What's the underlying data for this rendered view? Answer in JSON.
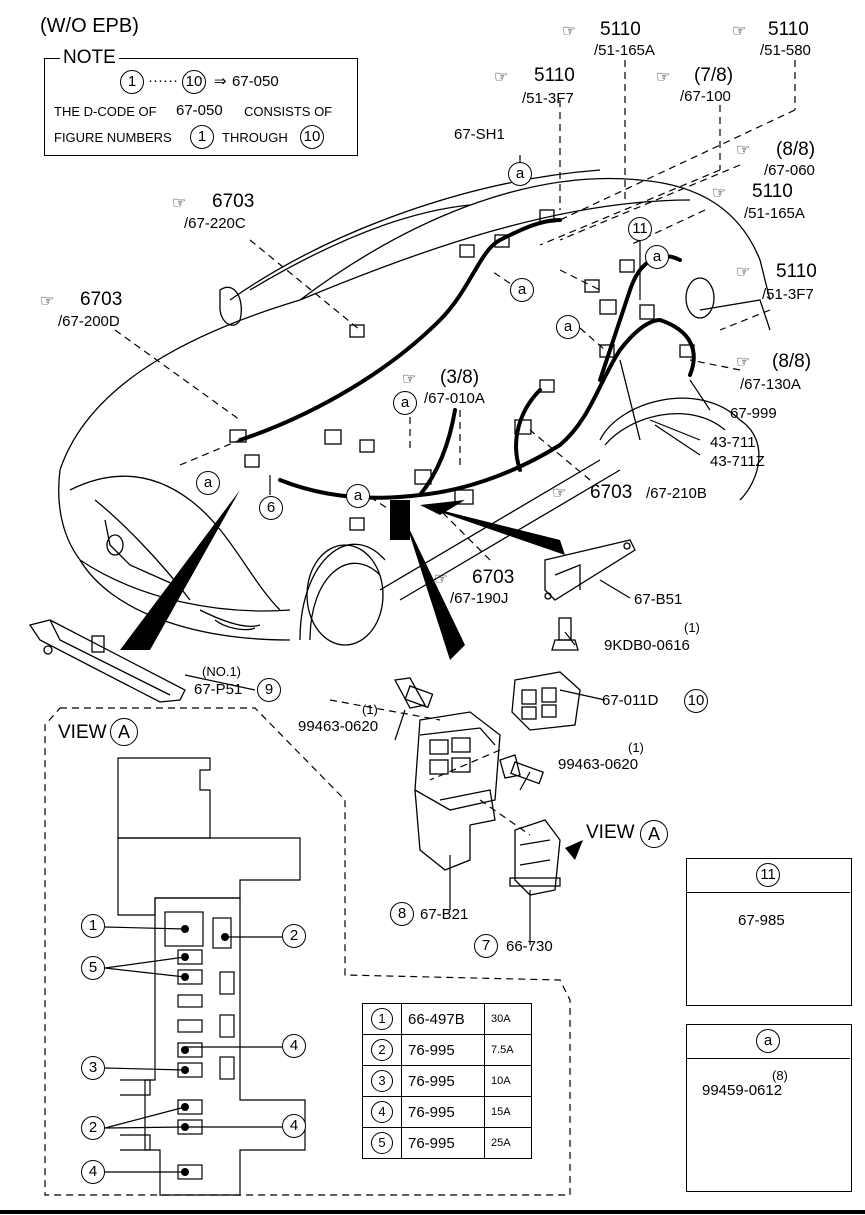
{
  "header": {
    "title": "(W/O EPB)"
  },
  "note": {
    "heading": "NOTE",
    "range_from": "1",
    "range_to": "10",
    "arrow": "⇒",
    "range_target": "67-050",
    "line2_a": "THE D-CODE OF",
    "line2_b": "67-050",
    "line2_c": "CONSISTS OF",
    "line3_a": "FIGURE NUMBERS",
    "line3_b": "1",
    "line3_c": "THROUGH",
    "line3_d": "10"
  },
  "refs": [
    {
      "big": "5110",
      "small": "/51-165A"
    },
    {
      "big": "5110",
      "small": "/51-580"
    },
    {
      "big": "5110",
      "small": "/51-3F7"
    },
    {
      "big": "(7/8)",
      "small": "/67-100"
    },
    {
      "big": "(8/8)",
      "small": "/67-060"
    },
    {
      "big": "5110",
      "small": "/51-165A"
    },
    {
      "big": "5110",
      "small": "/51-3F7"
    },
    {
      "big": "(8/8)",
      "small": "/67-130A"
    },
    {
      "big": "6703",
      "small": "/67-220C"
    },
    {
      "big": "6703",
      "small": "/67-200D"
    },
    {
      "big": "(3/8)",
      "small": "/67-010A"
    },
    {
      "big": "6703",
      "small": "/67-210B"
    },
    {
      "big": "6703",
      "small": "/67-190J"
    }
  ],
  "hand_icon": "☞",
  "parts": {
    "sh1": "67-SH1",
    "p999": "67-999",
    "p43711": "43-711",
    "p43711z": "43-711Z",
    "b51": "67-B51",
    "kdb_qty": "(1)",
    "kdb": "9KDB0-0616",
    "p51_no": "(NO.1)",
    "p51": "67-P51",
    "p51_idx": "9",
    "b99463a_qty": "(1)",
    "b99463a": "99463-0620",
    "d011_pn": "67-011D",
    "d011_idx": "10",
    "b99463b_qty": "(1)",
    "b99463b": "99463-0620",
    "b21_idx": "8",
    "b21": "67-B21",
    "p730_idx": "7",
    "p730": "66-730",
    "view_word": "VIEW",
    "view_letter": "A",
    "idx6": "6",
    "idx11": "11"
  },
  "callouts": {
    "a": "a"
  },
  "view_a_title": {
    "word": "VIEW",
    "letter": "A"
  },
  "view_a_marks": [
    "1",
    "2",
    "5",
    "4",
    "3",
    "2",
    "4",
    "4"
  ],
  "fuse_table": [
    {
      "idx": "1",
      "pn": "66-497B",
      "amp": "30A"
    },
    {
      "idx": "2",
      "pn": "76-995",
      "amp": "7.5A"
    },
    {
      "idx": "3",
      "pn": "76-995",
      "amp": "10A"
    },
    {
      "idx": "4",
      "pn": "76-995",
      "amp": "15A"
    },
    {
      "idx": "5",
      "pn": "76-995",
      "amp": "25A"
    }
  ],
  "legend11": {
    "idx": "11",
    "pn": "67-985"
  },
  "legenda": {
    "idx": "a",
    "qty": "(8)",
    "pn": "99459-0612"
  }
}
